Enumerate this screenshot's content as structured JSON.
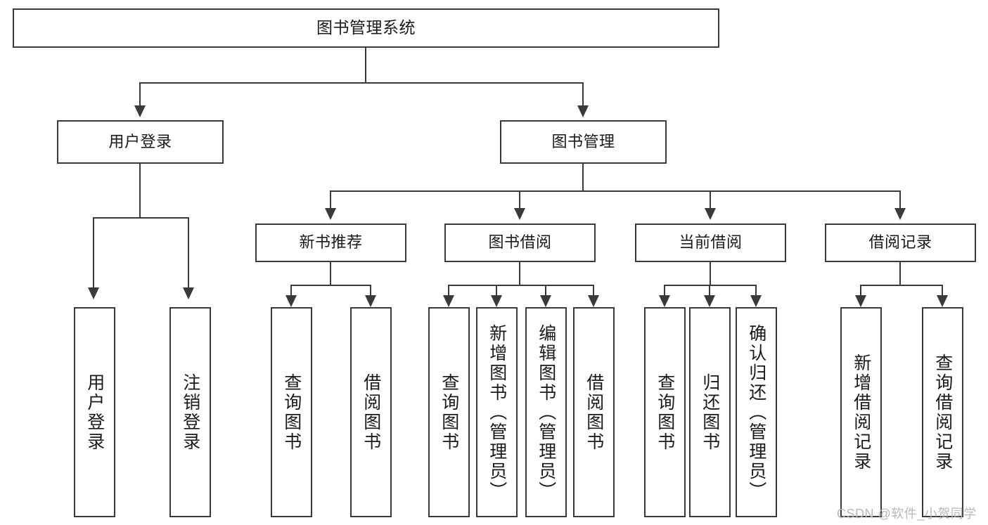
{
  "diagram": {
    "title": "图书管理系统",
    "type": "tree-hierarchy-chart",
    "root": {
      "label": "图书管理系统"
    },
    "level2": [
      {
        "label": "用户登录"
      },
      {
        "label": "图书管理"
      }
    ],
    "level3": [
      {
        "label": "新书推荐"
      },
      {
        "label": "图书借阅"
      },
      {
        "label": "当前借阅"
      },
      {
        "label": "借阅记录"
      }
    ],
    "leaves": [
      {
        "label": "用户登录"
      },
      {
        "label": "注销登录"
      },
      {
        "label": "查询图书"
      },
      {
        "label": "借阅图书"
      },
      {
        "label": "查询图书"
      },
      {
        "label": "新增图书（管理员）"
      },
      {
        "label": "编辑图书（管理员）"
      },
      {
        "label": "借阅图书"
      },
      {
        "label": "查询图书"
      },
      {
        "label": "归还图书"
      },
      {
        "label": "确认归还（管理员）"
      },
      {
        "label": "新增借阅记录"
      },
      {
        "label": "查询借阅记录"
      }
    ]
  },
  "watermark": {
    "text": "CSDN @软件_小贺同学"
  },
  "colors": {
    "stroke": "#3a3a3a",
    "background": "#ffffff",
    "text": "#1a1a1a",
    "watermark": "#b9b9b9"
  }
}
